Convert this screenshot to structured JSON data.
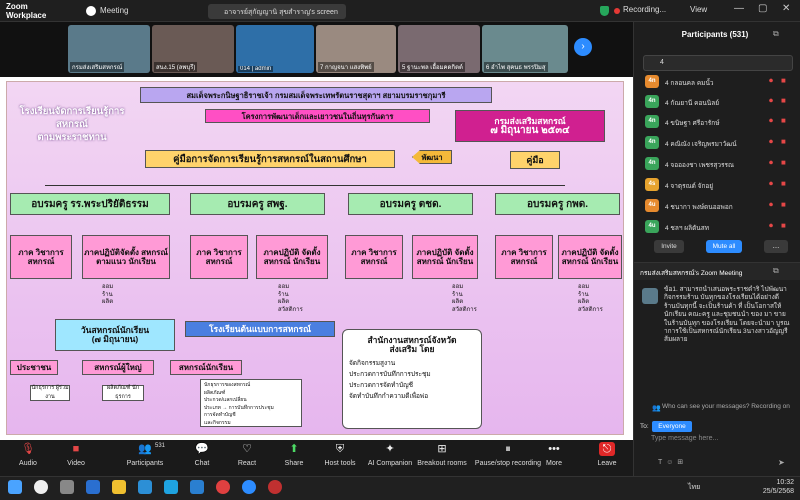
{
  "titlebar": {
    "app_line1": "Zoom",
    "app_line2": "Workplace",
    "meeting_label": "Meeting",
    "screen_share_label": "อาจารย์สุกัญญานิ สุขสำราญ's screen",
    "recording_label": "Recording...",
    "view_label": "View"
  },
  "video_tiles": [
    {
      "label": "กรมส่งเสริมสหกรณ์",
      "color": "#5a7a8a"
    },
    {
      "label": "สนง.15 (ลพบุรี)",
      "color": "#6a5a55"
    },
    {
      "label": "014 | admin",
      "color": "#2e6fa8"
    },
    {
      "label": "7 กาญจนา แสงทิพย์",
      "color": "#9a8a80"
    },
    {
      "label": "5 ฐานะพล เอื้อมคดกิตต์",
      "color": "#7a6a70"
    },
    {
      "label": "6 อำไพ สุคนธ พรรปิมสุ",
      "color": "#6a8a8e"
    }
  ],
  "slide": {
    "header": "สมเด็จพระกนิษฐาธิราชเจ้า กรมสมเด็จพระเทพรัตนราชสุดาฯ สยามบรมราชกุมารี",
    "side_title_line1": "โรงเรียนจัดการเรียนรู้การสหกรณ์",
    "side_title_line2": "ตามพระราชทาน",
    "project": "โครงการพัฒนาเด็กและเยาวชนในถิ่นทุรกันดาร",
    "dept_line1": "กรมส่งเสริมสหกรณ์",
    "dept_line2": "๗ มิถุนายน ๒๕๓๔",
    "handbook_title": "คู่มือการจัดการเรียนรู้การสหกรณ์ในสถานศึกษา",
    "develop_label": "พัฒนา",
    "handbook_short": "คู่มือ",
    "trainings": [
      "อบรมครู รร.พระปริยัติธรรม",
      "อบรมครู สพฐ.",
      "อบรมครู ตชด.",
      "อบรมครู กพด."
    ],
    "theory_label": "ภาค วิชาการ สหกรณ์",
    "practice_1": "ภาคปฏิบัติจัดตั้ง สหกรณ์ตามแนว นักเรียน",
    "practice_2": "ภาคปฏิบัติ จัดตั้งสหกรณ์ นักเรียน",
    "activities": [
      "ออม",
      "ร้าน",
      "ผลิต",
      "สวัสดิการ"
    ],
    "school_network": "โรงเรียนต้นแบบการสหกรณ์",
    "coop_day_line1": "วันสหกรณ์นักเรียน",
    "coop_day_line2": "(๗ มิถุนายน)",
    "office_title_line1": "สำนักงานสหกรณ์จังหวัด",
    "office_title_line2": "ส่งเสริม โดย",
    "office_items": [
      "จัดกิจกรรมสูงาน",
      "ประกวดการบันทึกการประชุม",
      "ประกวดการจัดทำบัญชี",
      "จัดทำบันทึกกำความดีเพื่อพ่อ"
    ],
    "coop_groups": [
      "ประชาชน",
      "สหกรณ์ผู้ใหญ่",
      "สหกรณ์นักเรียน"
    ],
    "group1_sub": "นักธุรการ ผู้ร่วมงาน",
    "group2_sub": "ผลิตภัณฑ์ นักธุรการ",
    "details": [
      "นักธุรการของสหกรณ์",
      "ผลิตภัณฑ์",
      "ประกวด/แลกเปลี่ยน",
      "ประเภท → การบันทึกการประชุม",
      "การจัดทำบัญชี",
      "และกิจกรรม"
    ]
  },
  "toolbar": {
    "audio": "Audio",
    "video": "Video",
    "participants": "Participants",
    "participants_count": "531",
    "chat": "Chat",
    "react": "React",
    "share": "Share",
    "host_tools": "Host tools",
    "ai_companion": "AI Companion",
    "breakout": "Breakout rooms",
    "pause_rec": "Pause/stop recording",
    "more": "More",
    "leave": "Leave"
  },
  "panel": {
    "title": "Participants (531)",
    "search_value": "4",
    "participants": [
      {
        "badge": "4n",
        "name": "4 กลอนคล คมนั้ว",
        "color": "#e68a2e"
      },
      {
        "badge": "4n",
        "name": "4 กัณยานี คอนนิลย์",
        "color": "#3aa55b"
      },
      {
        "badge": "4n",
        "name": "4 ขนิษฐา ศรีอารักษ์",
        "color": "#3aa55b"
      },
      {
        "badge": "4n",
        "name": "4 คณิณัง เจริญพรมาวัฒน์",
        "color": "#3aa55b"
      },
      {
        "badge": "4n",
        "name": "4 จออองชา เพชรสุวรรณ",
        "color": "#3aa55b"
      },
      {
        "badge": "4s",
        "name": "4 จาตุรณต์ จักอยู่",
        "color": "#e6a32e"
      },
      {
        "badge": "4u",
        "name": "4 ชนากา พงษ์ดนออพอก",
        "color": "#e68a2e"
      },
      {
        "badge": "4u",
        "name": "4 ชลฯ ผลิตันสท",
        "color": "#3aa55b"
      }
    ],
    "invite": "Invite",
    "mute_all": "Mute all",
    "more": "...",
    "chat_header": "กรมส่งเสริมสหกรณ์'s Zoom Meeting",
    "chat_message": "ข้อ1. สามารถนำเสนอพระราชดำริ ไปพัฒนากิจกรรมร้าน บันทุกของโรงเรียนได้อย่างดี ร้านบันทุกนี้ จะเป็นร้านค้า ที่ เป็นโอกาสให้นักเรียน คณะครู และชุมชนนำ ของ มา ขาย ในร้านบันทุก ของโรงเรียน โดยจะนำมา บูรณาการใช้เป็นสหกรณ์นักเรียน 3นางสาวอัญญรี ส้มผลาย",
    "who_can_see": "Who can see your messages? Recording on",
    "to_label": "To:",
    "to_value": "Everyone",
    "input_placeholder": "Type message here..."
  },
  "clock": {
    "time": "10:32",
    "date": "25/5/2568",
    "lang": "ไทย"
  }
}
